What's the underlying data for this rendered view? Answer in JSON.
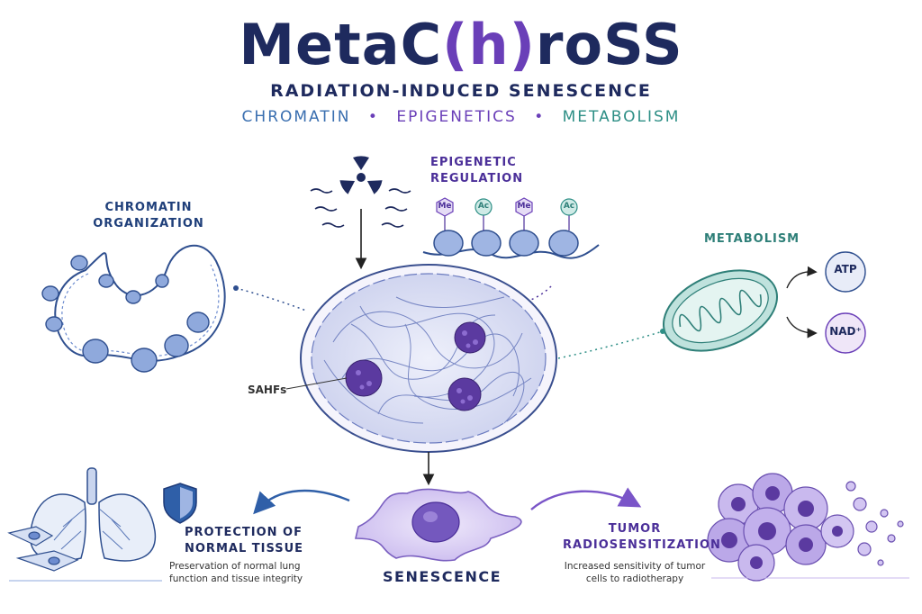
{
  "header": {
    "title_part1": "MetaC",
    "title_paren_open": "(",
    "title_paren_letter": "h",
    "title_paren_close": ")",
    "title_part2": "roSS",
    "subtitle": "RADIATION-INDUCED SENESCENCE",
    "themes": [
      {
        "text": "CHROMATIN",
        "color": "#3a6fb0"
      },
      {
        "text": "EPIGENETICS",
        "color": "#6a3fb8"
      },
      {
        "text": "METABOLISM",
        "color": "#2e8f86"
      }
    ],
    "separator": "•"
  },
  "labels": {
    "chromatin": "CHROMATIN ORGANIZATION",
    "epigenetic": "EPIGENETIC REGULATION",
    "metabolism": "METABOLISM",
    "sahfs": "SAHFs",
    "senescence": "SENESCENCE",
    "protection_title": "PROTECTION OF NORMAL TISSUE",
    "protection_desc": "Preservation of normal lung function and tissue integrity",
    "tumor_title": "TUMOR RADIOSENSITIZATION",
    "tumor_desc": "Increased sensitivity of tumor cells to radiotherapy"
  },
  "marks": {
    "me": "Me",
    "ac": "Ac"
  },
  "products": {
    "atp": "ATP",
    "nad": "NAD⁺"
  },
  "icons": {
    "radiation": "radiation-trefoil-icon",
    "shield": "shield-icon"
  },
  "colors": {
    "navy": "#1e2a5e",
    "purple": "#6a3fb8",
    "blue": "#3a6fb0",
    "teal": "#2e8f86",
    "lavender": "#d9d3f0"
  }
}
